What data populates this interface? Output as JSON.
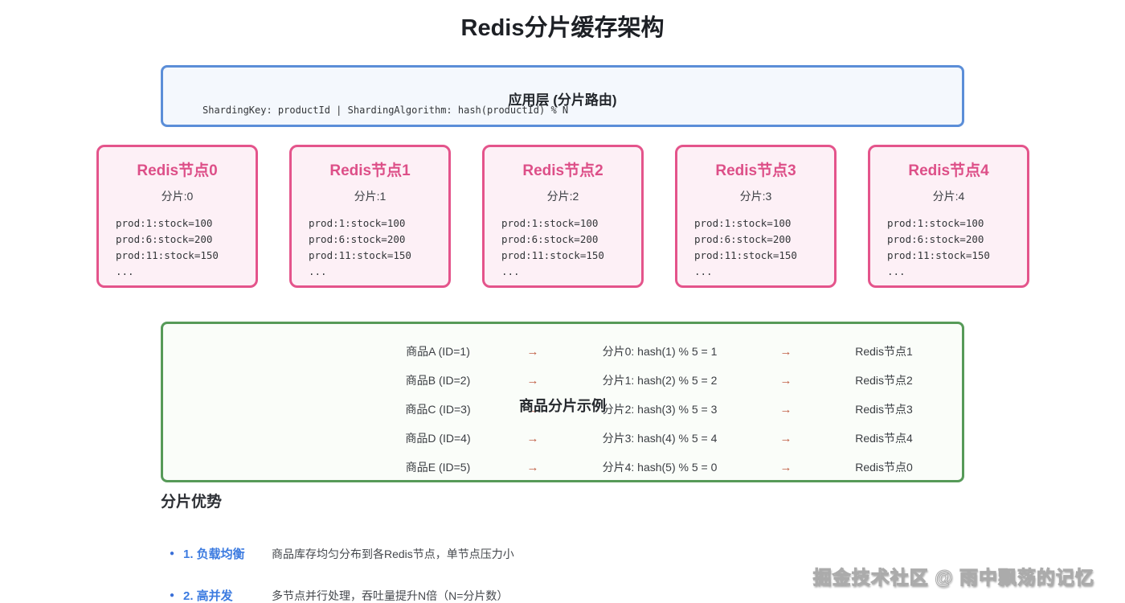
{
  "title": "Redis分片缓存架构",
  "app_layer": {
    "label": "应用层 (分片路由)",
    "code": "ShardingKey: productId | ShardingAlgorithm: hash(productId) % N"
  },
  "nodes": [
    {
      "title": "Redis节点0",
      "shard": "分片:0"
    },
    {
      "title": "Redis节点1",
      "shard": "分片:1"
    },
    {
      "title": "Redis节点2",
      "shard": "分片:2"
    },
    {
      "title": "Redis节点3",
      "shard": "分片:3"
    },
    {
      "title": "Redis节点4",
      "shard": "分片:4"
    }
  ],
  "node_stock_lines": [
    "prod:1:stock=100",
    "prod:6:stock=200",
    "prod:11:stock=150",
    "..."
  ],
  "sharding_example": {
    "label": "商品分片示例",
    "arrow": "→",
    "rows": [
      {
        "product": "商品A (ID=1)",
        "shard": "分片0: hash(1) % 5 = 1",
        "node": "Redis节点1"
      },
      {
        "product": "商品B (ID=2)",
        "shard": "分片1: hash(2) % 5 = 2",
        "node": "Redis节点2"
      },
      {
        "product": "商品C (ID=3)",
        "shard": "分片2: hash(3) % 5 = 3",
        "node": "Redis节点3"
      },
      {
        "product": "商品D (ID=4)",
        "shard": "分片3: hash(4) % 5 = 4",
        "node": "Redis节点4"
      },
      {
        "product": "商品E (ID=5)",
        "shard": "分片4: hash(5) % 5 = 0",
        "node": "Redis节点0"
      }
    ]
  },
  "advantages": {
    "heading": "分片优势",
    "bullet_glyph": "●",
    "items": [
      {
        "label": "1. 负载均衡",
        "desc": "商品库存均匀分布到各Redis节点，单节点压力小"
      },
      {
        "label": "2. 高并发",
        "desc": "多节点并行处理，吞吐量提升N倍（N=分片数）"
      }
    ]
  },
  "watermark": "掘金技术社区 @ 雨中飘荡的记忆",
  "colors": {
    "app_layer_border": "#5b8ed8",
    "app_layer_bg": "#f4f8fd",
    "node_border": "#e4548b",
    "node_bg": "#fdf0f6",
    "node_title": "#dd4f88",
    "example_border": "#569a58",
    "example_bg": "#fafdf9",
    "arrow": "#c05f45",
    "advantage_blue": "#3c7be0"
  }
}
